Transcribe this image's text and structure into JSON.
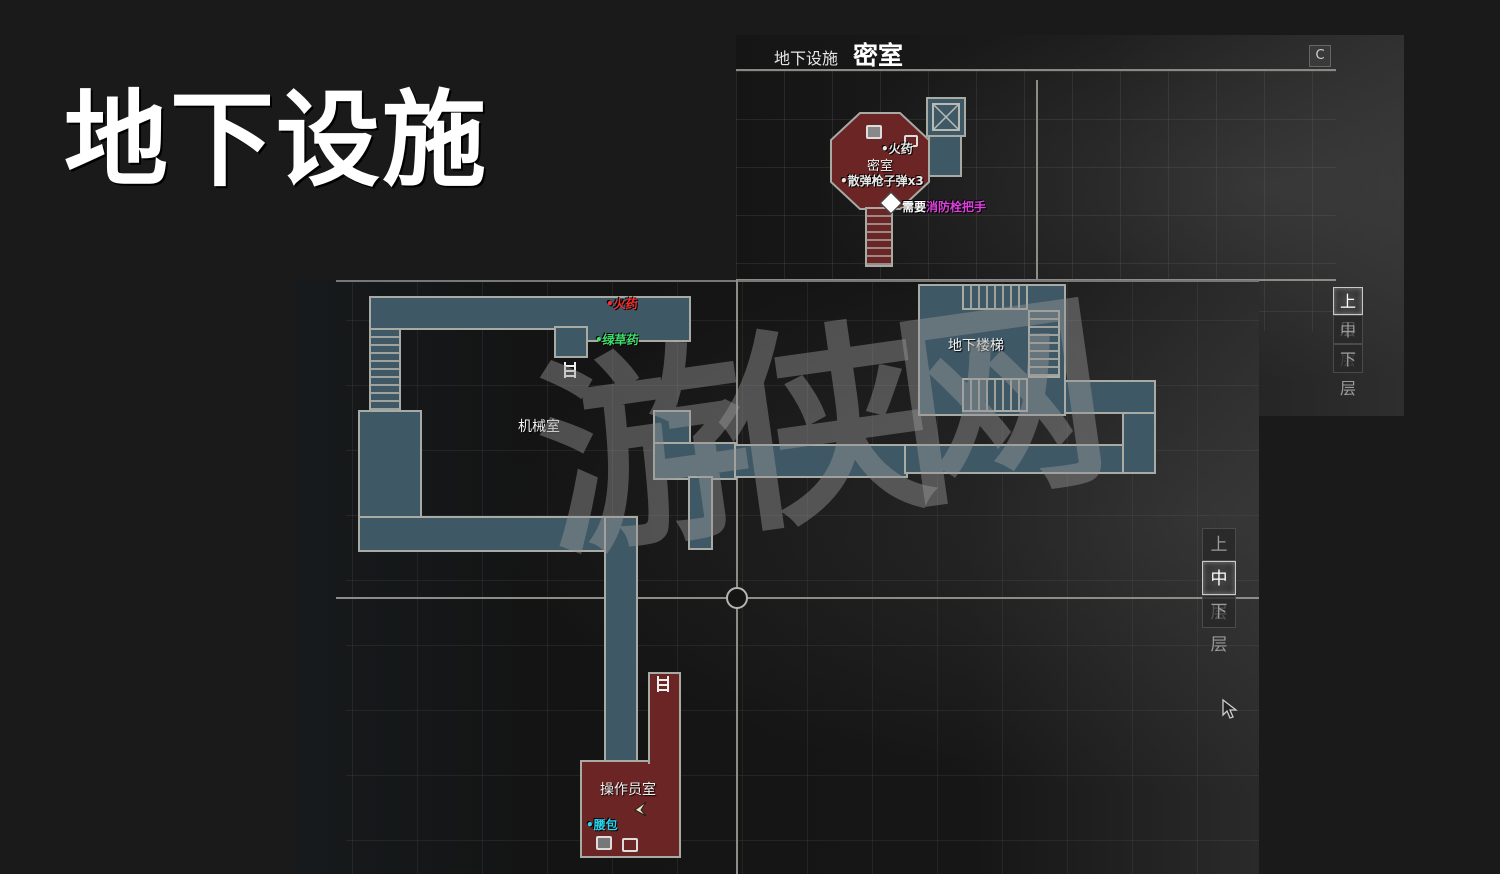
{
  "page": {
    "title": "地下设施"
  },
  "upper_map": {
    "area_name": "地下设施",
    "room_name": "密室",
    "close_key": "C",
    "rooms": [
      {
        "name": "密室",
        "color": "red"
      }
    ],
    "items": [
      {
        "label": "•火药",
        "color": "#ff2a2a"
      },
      {
        "label": "•散弹枪子弹x3",
        "color": "#ff2a2a"
      }
    ],
    "requirement": {
      "prefix": "需要",
      "item": "消防栓把手",
      "item_color": "#e040e0"
    },
    "floor_buttons": [
      {
        "label": "上层",
        "active": true
      },
      {
        "label": "中层",
        "active": false
      },
      {
        "label": "下层",
        "active": false
      }
    ]
  },
  "middle_map": {
    "rooms": [
      {
        "name": "机械室"
      },
      {
        "name": "地下楼梯"
      },
      {
        "name": "操作员室",
        "color": "red"
      }
    ],
    "items": [
      {
        "label": "•火药",
        "color": "#ff2a2a"
      },
      {
        "label": "•绿草药",
        "color": "#3ee06a"
      },
      {
        "label": "•腰包",
        "color": "#2ad6f0"
      }
    ],
    "floor_buttons": [
      {
        "label": "上层",
        "active": false
      },
      {
        "label": "中层",
        "active": true
      },
      {
        "label": "下层",
        "active": false
      }
    ]
  },
  "watermark": "游侠网",
  "colors": {
    "room_blue": "#3f5866",
    "room_red": "#6b2524",
    "wall": "#a8aaa4",
    "background": "#1a1a1a"
  }
}
